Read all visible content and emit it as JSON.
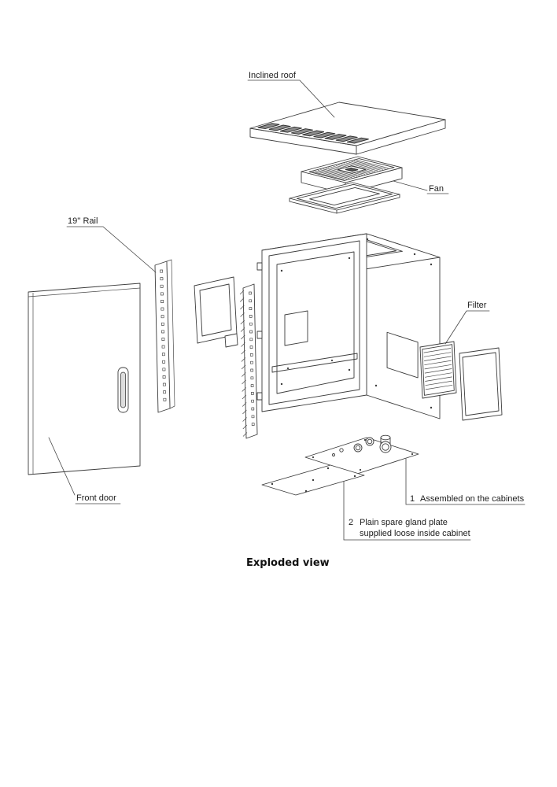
{
  "title": "Exploded view",
  "labels": {
    "inclined_roof": "Inclined roof",
    "fan": "Fan",
    "rail": "19'' Rail",
    "front_door": "Front door",
    "filter": "Filter"
  },
  "notes": {
    "note1_number": "1",
    "note1_text": "Assembled on the cabinets",
    "note2_number": "2",
    "note2_line1": "Plain spare gland plate",
    "note2_line2": "supplied loose inside cabinet"
  },
  "colors": {
    "line": "#3c3c3c",
    "louver_fill": "#8c8c8c",
    "background": "#ffffff"
  }
}
